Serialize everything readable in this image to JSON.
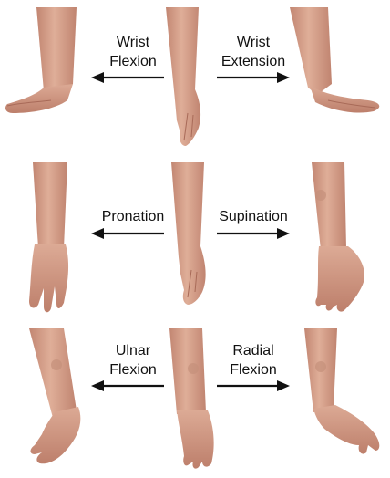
{
  "rows": [
    {
      "left_label": [
        "Wrist",
        "Flexion"
      ],
      "right_label": [
        "Wrist",
        "Extension"
      ]
    },
    {
      "left_label": [
        "Pronation"
      ],
      "right_label": [
        "Supination"
      ]
    },
    {
      "left_label": [
        "Ulnar",
        "Flexion"
      ],
      "right_label": [
        "Radial",
        "Flexion"
      ]
    }
  ],
  "colors": {
    "skin": "#d9a08a",
    "skin_shadow": "#b97a66",
    "skin_highlight": "#e8bca8",
    "arrow": "#111111",
    "background": "#ffffff"
  }
}
